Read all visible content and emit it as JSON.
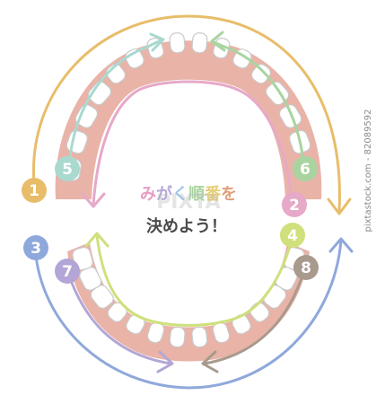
{
  "title": {
    "line1": "みがく順番を",
    "line2": "決めよう！",
    "line1_colors": [
      "#e79cc1",
      "#b7a6d8",
      "#9ec6ea",
      "#a9d4a0",
      "#e8cf7a",
      "#e0a07a"
    ],
    "line2_color": "#4a4a4a"
  },
  "watermark": {
    "brand": "PIXTA",
    "side": "pixtastock.com - 82089592"
  },
  "steps": [
    {
      "label": "1",
      "color": "#e8bd6a"
    },
    {
      "label": "2",
      "color": "#e6a9c8"
    },
    {
      "label": "3",
      "color": "#8fa8dc"
    },
    {
      "label": "4",
      "color": "#cfe07c"
    },
    {
      "label": "5",
      "color": "#a9d9cf"
    },
    {
      "label": "6",
      "color": "#a9d4a0"
    },
    {
      "label": "7",
      "color": "#b3a6d6"
    },
    {
      "label": "8",
      "color": "#a89a8c"
    }
  ],
  "colors": {
    "gum": "#e9b3a8",
    "tooth_fill": "#ffffff",
    "tooth_stroke": "#c9c9c9"
  }
}
